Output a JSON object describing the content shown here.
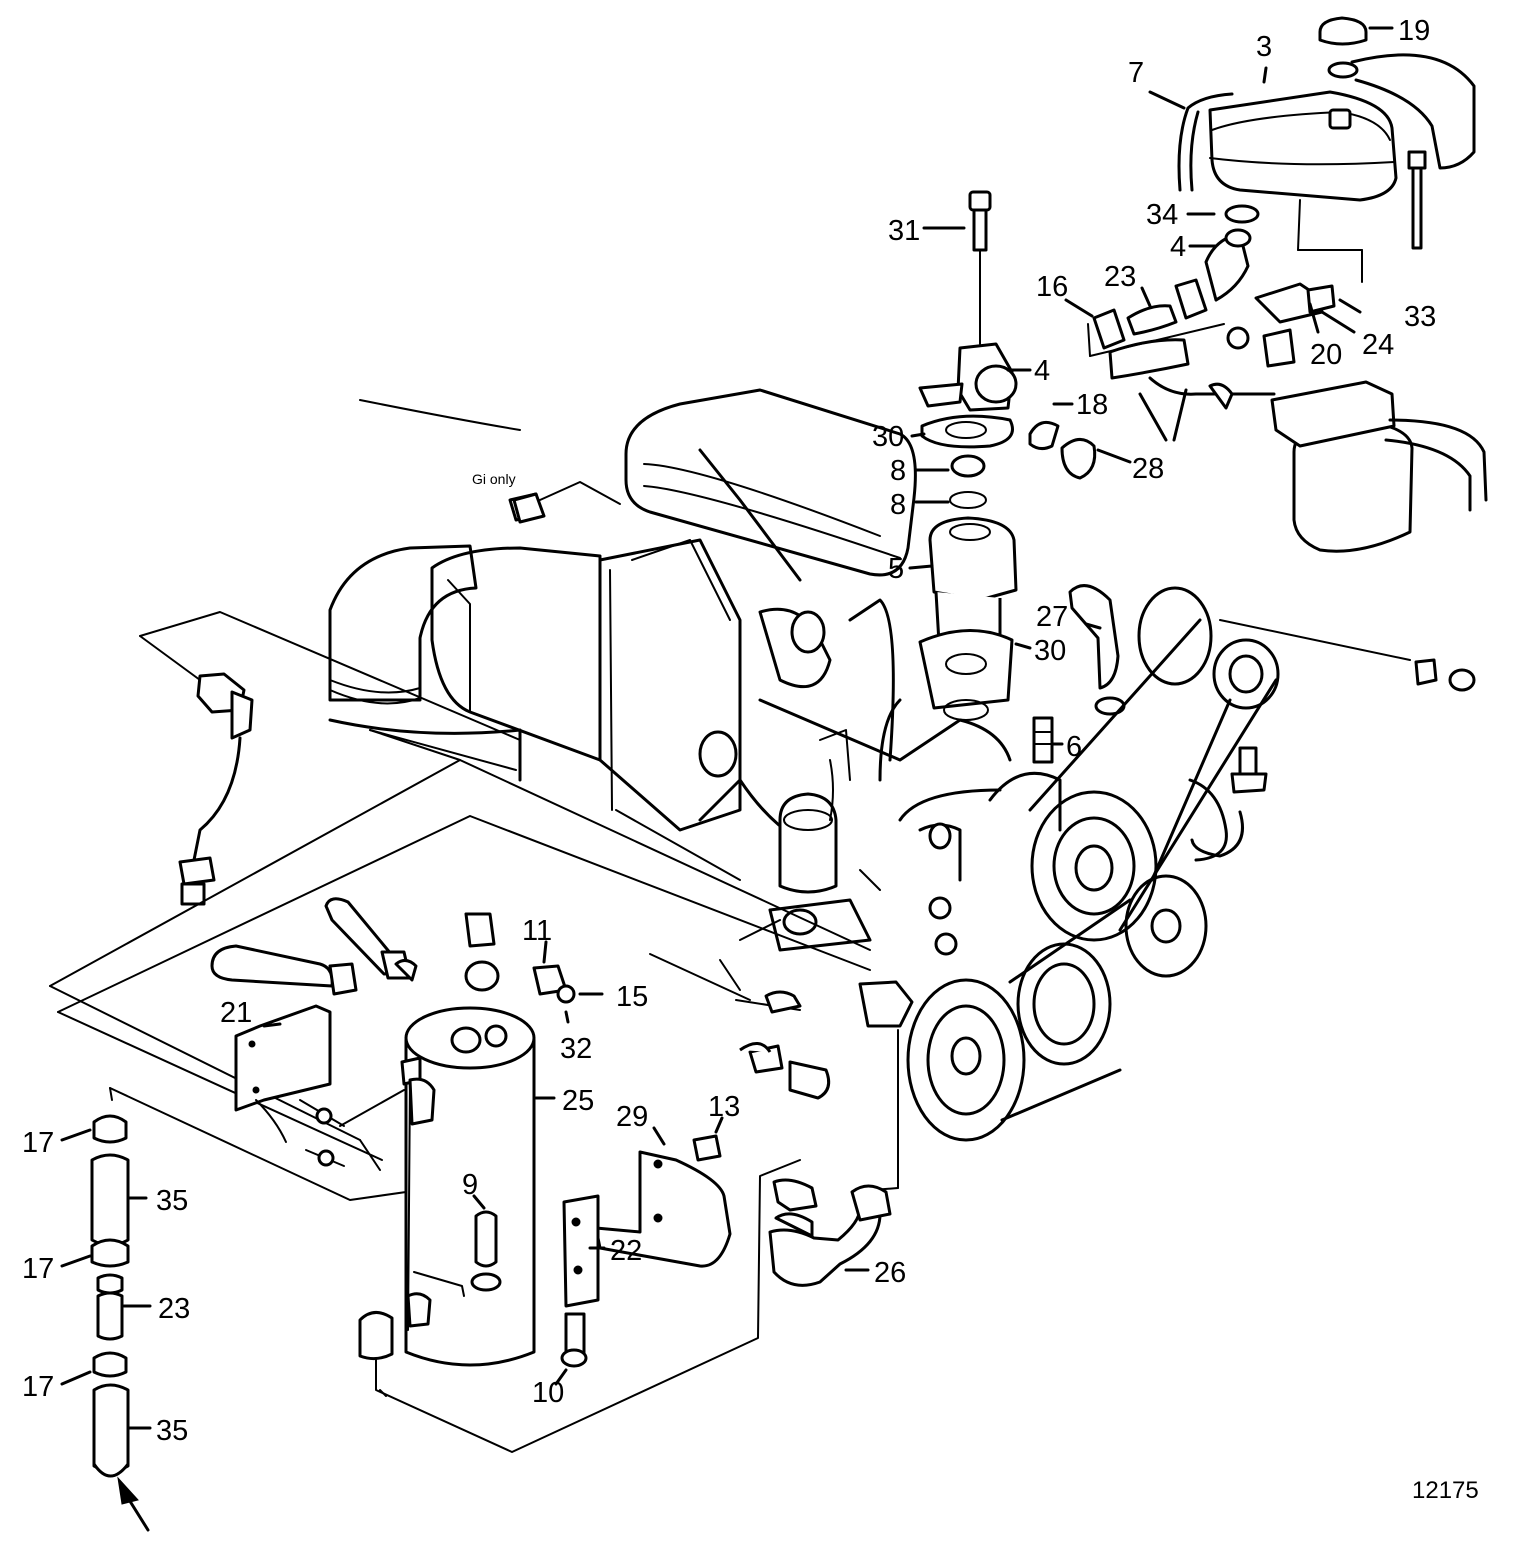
{
  "diagram": {
    "figure_number": "12175",
    "note_gi_only": "Gi only",
    "callouts": [
      {
        "id": "c19",
        "label": "19"
      },
      {
        "id": "c3",
        "label": "3"
      },
      {
        "id": "c7",
        "label": "7"
      },
      {
        "id": "c31",
        "label": "31"
      },
      {
        "id": "c34",
        "label": "34"
      },
      {
        "id": "c4a",
        "label": "4"
      },
      {
        "id": "c16",
        "label": "16"
      },
      {
        "id": "c23a",
        "label": "23"
      },
      {
        "id": "c33",
        "label": "33"
      },
      {
        "id": "c24",
        "label": "24"
      },
      {
        "id": "c20",
        "label": "20"
      },
      {
        "id": "c4b",
        "label": "4"
      },
      {
        "id": "c18",
        "label": "18"
      },
      {
        "id": "c30a",
        "label": "30"
      },
      {
        "id": "c28",
        "label": "28"
      },
      {
        "id": "c8a",
        "label": "8"
      },
      {
        "id": "c8b",
        "label": "8"
      },
      {
        "id": "c5",
        "label": "5"
      },
      {
        "id": "c27",
        "label": "27"
      },
      {
        "id": "c30b",
        "label": "30"
      },
      {
        "id": "c6",
        "label": "6"
      },
      {
        "id": "c11",
        "label": "11"
      },
      {
        "id": "c15",
        "label": "15"
      },
      {
        "id": "c32",
        "label": "32"
      },
      {
        "id": "c21",
        "label": "21"
      },
      {
        "id": "c25",
        "label": "25"
      },
      {
        "id": "c29",
        "label": "29"
      },
      {
        "id": "c13",
        "label": "13"
      },
      {
        "id": "c17a",
        "label": "17"
      },
      {
        "id": "c35a",
        "label": "35"
      },
      {
        "id": "c9",
        "label": "9"
      },
      {
        "id": "c22",
        "label": "22"
      },
      {
        "id": "c26",
        "label": "26"
      },
      {
        "id": "c17b",
        "label": "17"
      },
      {
        "id": "c23b",
        "label": "23"
      },
      {
        "id": "c17c",
        "label": "17"
      },
      {
        "id": "c35b",
        "label": "35"
      },
      {
        "id": "c10",
        "label": "10"
      }
    ]
  }
}
